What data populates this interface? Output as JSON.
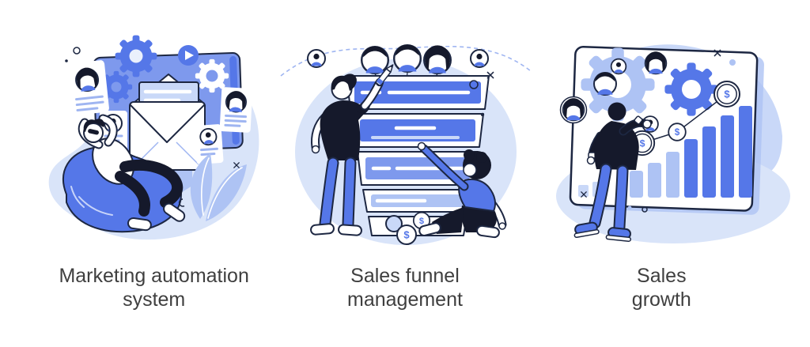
{
  "page": {
    "background": "#ffffff"
  },
  "colors": {
    "blue": "#5577e8",
    "periwinkle": "#7e99ed",
    "light-blue": "#aec3f4",
    "pale-blue": "#d9e4f9",
    "paler-blue": "#eaf0fc",
    "letter-blue": "#c9d8f8",
    "line-blue": "#9fb5f1",
    "crease": "#c7d4f9",
    "ink": "#1d2742",
    "dark": "#15192b",
    "text": "#3f3f3f"
  },
  "glyphs": {
    "dollar": "$"
  },
  "panels": [
    {
      "name": "marketing-automation-system",
      "caption_line1": "Marketing automation",
      "caption_line2": "system",
      "icons": [
        "gear-icon",
        "envelope-icon",
        "play-icon",
        "user-avatar-icon",
        "profile-card",
        "plant-leaves",
        "bean-bag",
        "person-relaxing",
        "sparkle-icon"
      ]
    },
    {
      "name": "sales-funnel-management",
      "caption_line1": "Sales funnel",
      "caption_line2": "management",
      "icons": [
        "user-avatar-icon",
        "funnel-tier",
        "dollar-coin-icon",
        "pencil-icon",
        "person-pointing",
        "person-kneeling",
        "sparkle-icon"
      ]
    },
    {
      "name": "sales-growth",
      "caption_line1": "Sales",
      "caption_line2": "growth",
      "icons": [
        "gear-icon",
        "bar-chart",
        "trend-line",
        "dollar-coin-icon",
        "user-avatar-icon",
        "person-reaching",
        "sparkle-icon"
      ]
    }
  ]
}
